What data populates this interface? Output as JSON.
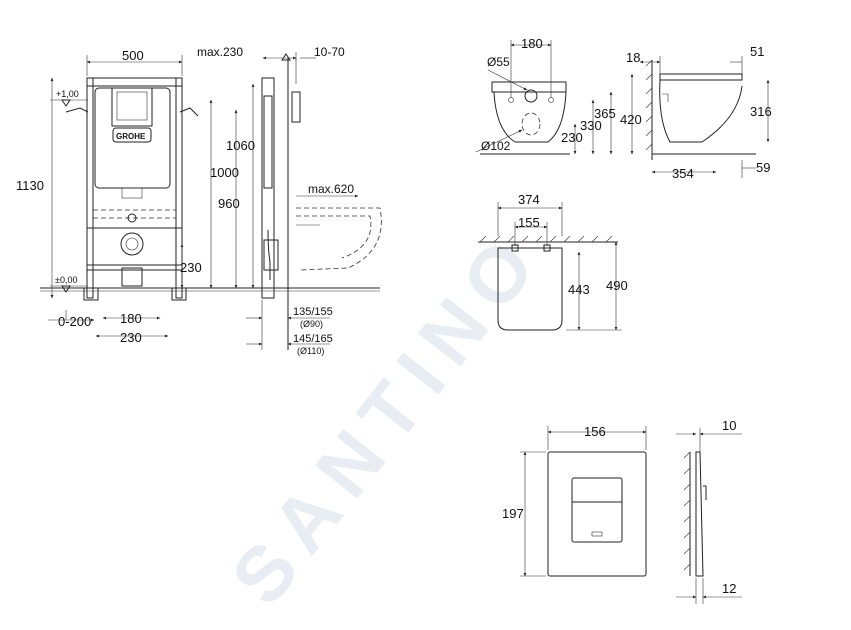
{
  "watermark": "SANTINO",
  "installation": {
    "width": "500",
    "max_depth": "max.230",
    "wall_gap": "10-70",
    "h_flush": "1060",
    "h_1000": "1000",
    "h_960": "960",
    "frame_height": "1130",
    "outlet_height": "230",
    "plus_level": "+1,00",
    "zero_level": "±0,00",
    "foot_adjust": "0-200",
    "bolt_180": "180",
    "bolt_230": "230",
    "max_620": "max.620",
    "drain_90": "135/155",
    "drain_90_dia": "(Ø90)",
    "drain_110": "145/165",
    "drain_110_dia": "(Ø110)",
    "brand": "GROHE"
  },
  "bowl_front": {
    "width_180": "180",
    "dia_55": "Ø55",
    "h_365": "365",
    "h_330": "330",
    "h_230": "230",
    "dia_102": "Ø102"
  },
  "bowl_side": {
    "d_18": "18",
    "d_51": "51",
    "h_420": "420",
    "h_316": "316",
    "d_354": "354",
    "d_59": "59"
  },
  "bowl_top": {
    "w_374": "374",
    "w_155": "155",
    "l_443": "443",
    "l_490": "490"
  },
  "plate": {
    "width": "156",
    "height": "197",
    "depth": "10",
    "depth_base": "12"
  }
}
